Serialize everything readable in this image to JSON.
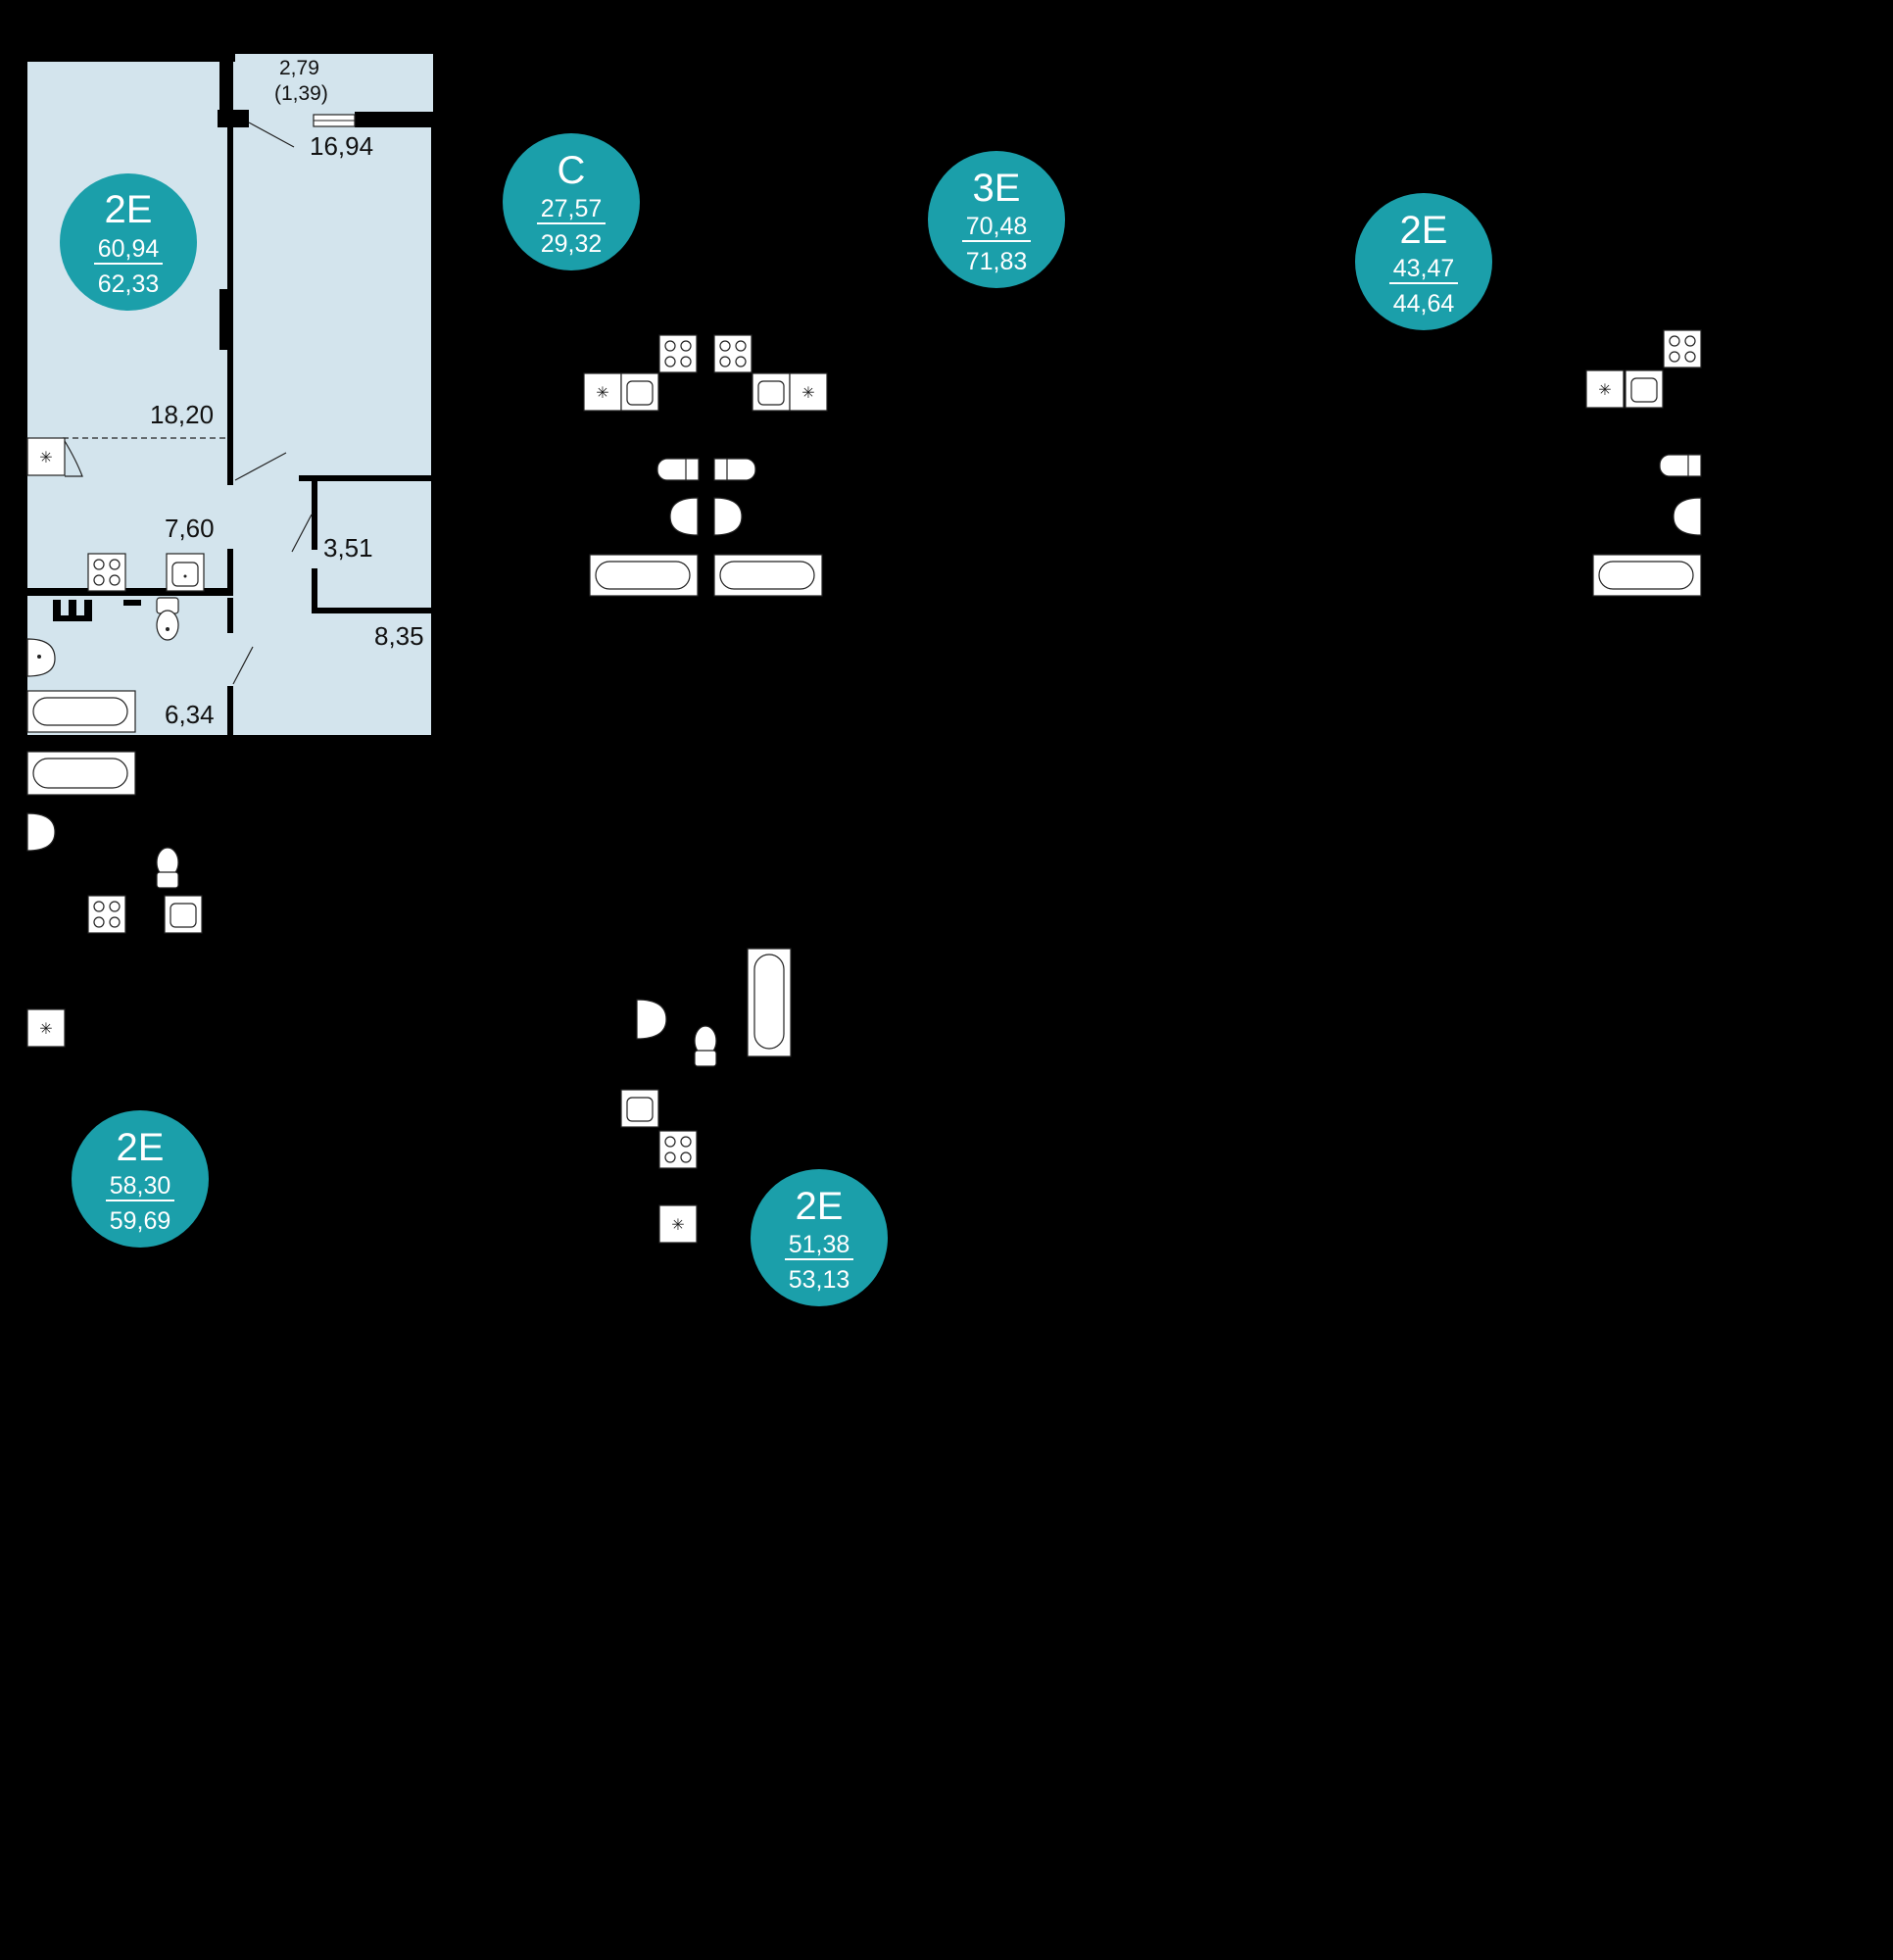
{
  "colors": {
    "background": "#000000",
    "selected_unit_fill": "#d3e4ed",
    "badge": "#1b9faa",
    "wall": "#000000"
  },
  "selected_unit": {
    "badge": {
      "type": "2E",
      "area_living": "60,94",
      "area_total": "62,33"
    },
    "rooms": {
      "balcony": "2,79",
      "balcony_reduced": "(1,39)",
      "living_room": "16,94",
      "bedroom": "18,20",
      "hall": "7,60",
      "wardrobe": "3,51",
      "corridor": "8,35",
      "bathroom": "6,34"
    }
  },
  "other_units": [
    {
      "type": "C",
      "area_living": "27,57",
      "area_total": "29,32"
    },
    {
      "type": "3E",
      "area_living": "70,48",
      "area_total": "71,83"
    },
    {
      "type": "2E",
      "area_living": "43,47",
      "area_total": "44,64"
    },
    {
      "type": "2E",
      "area_living": "58,30",
      "area_total": "59,69"
    },
    {
      "type": "2E",
      "area_living": "51,38",
      "area_total": "53,13"
    }
  ],
  "icons": [
    "stove-icon",
    "sink-icon",
    "fridge-icon",
    "toilet-icon",
    "washbasin-icon",
    "bathtub-icon"
  ]
}
